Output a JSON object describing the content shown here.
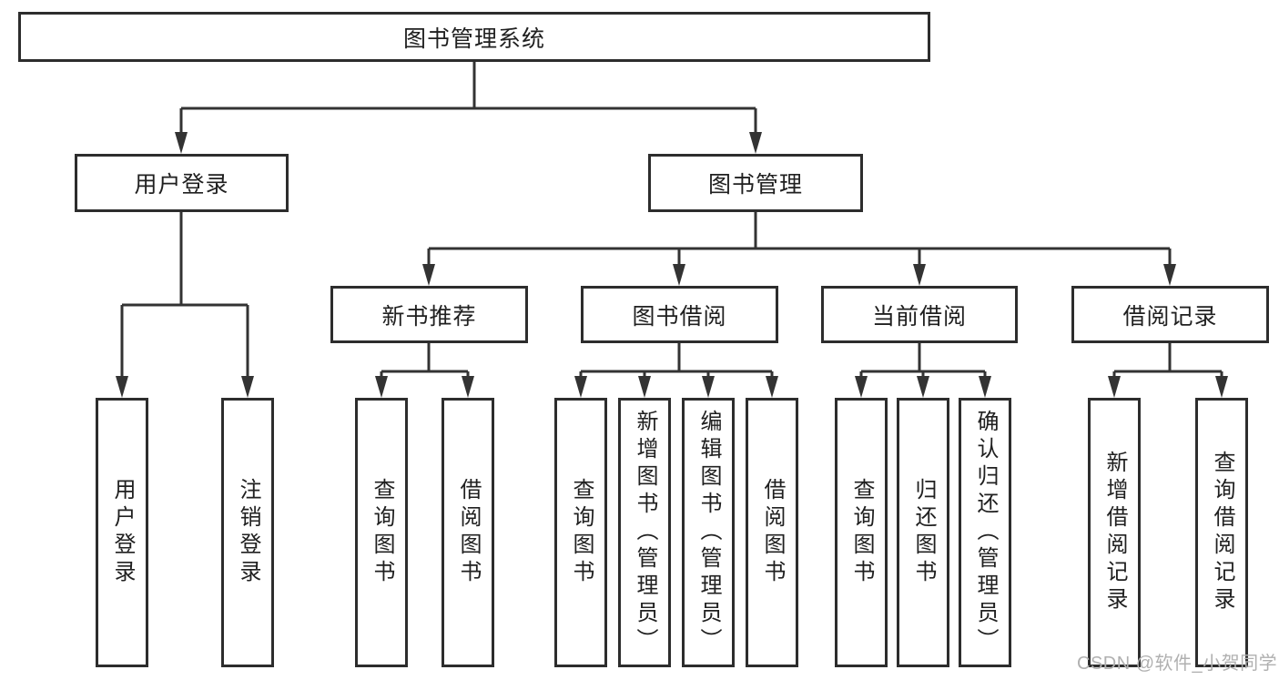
{
  "diagram": {
    "tree": {
      "label": "图书管理系统",
      "children": [
        {
          "label": "用户登录",
          "children": [
            {
              "label": "用户登录"
            },
            {
              "label": "注销登录"
            }
          ]
        },
        {
          "label": "图书管理",
          "children": [
            {
              "label": "新书推荐",
              "children": [
                {
                  "label": "查询图书"
                },
                {
                  "label": "借阅图书"
                }
              ]
            },
            {
              "label": "图书借阅",
              "children": [
                {
                  "label": "查询图书"
                },
                {
                  "label": "新增图书（管理员）"
                },
                {
                  "label": "编辑图书（管理员）"
                },
                {
                  "label": "借阅图书"
                }
              ]
            },
            {
              "label": "当前借阅",
              "children": [
                {
                  "label": "查询图书"
                },
                {
                  "label": "归还图书"
                },
                {
                  "label": "确认归还（管理员）"
                }
              ]
            },
            {
              "label": "借阅记录",
              "children": [
                {
                  "label": "新增借阅记录"
                },
                {
                  "label": "查询借阅记录"
                }
              ]
            }
          ]
        }
      ]
    }
  },
  "watermark": {
    "text": "CSDN @软件_小贺同学"
  },
  "colors": {
    "line": "#333333",
    "box_border": "#2d2d2d",
    "text": "#202020",
    "watermark": "#b0b0b0",
    "background": "#ffffff"
  }
}
